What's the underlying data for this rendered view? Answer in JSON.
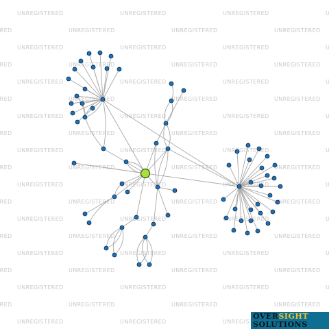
{
  "watermark": {
    "text": "UNREGISTERED"
  },
  "logo": {
    "word1": "OVER",
    "word2": "SIGHT",
    "word3": "SOLUTIONS"
  },
  "colors": {
    "node": "#1f6fb4",
    "hub": "#a8e03a",
    "edge": "#a6a6a6",
    "watermark": "#c9c9c9",
    "logo_bg": "#0e6f93",
    "logo_accent": "#f2c12e"
  }
}
